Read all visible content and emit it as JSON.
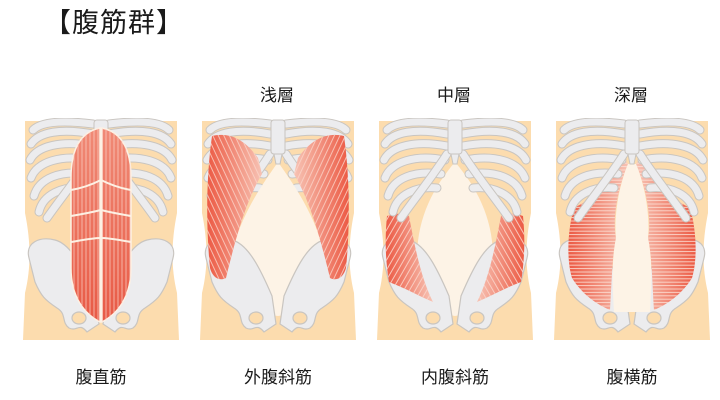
{
  "title": "【腹筋群】",
  "layers": [
    {
      "label": "浅層",
      "column": 2
    },
    {
      "label": "中層",
      "column": 3
    },
    {
      "label": "深層",
      "column": 4
    }
  ],
  "panels": [
    {
      "muscle": "腹直筋",
      "layer": ""
    },
    {
      "muscle": "外腹斜筋",
      "layer": "浅層"
    },
    {
      "muscle": "内腹斜筋",
      "layer": "中層"
    },
    {
      "muscle": "腹横筋",
      "layer": "深層"
    }
  ],
  "colors": {
    "skin": "#fcdcae",
    "bone": "#e9e9eb",
    "bone_outline": "#c9c5c0",
    "muscle": "#ee6a55",
    "muscle_light": "#f6b9a8",
    "fascia": "#fdf3e6"
  }
}
